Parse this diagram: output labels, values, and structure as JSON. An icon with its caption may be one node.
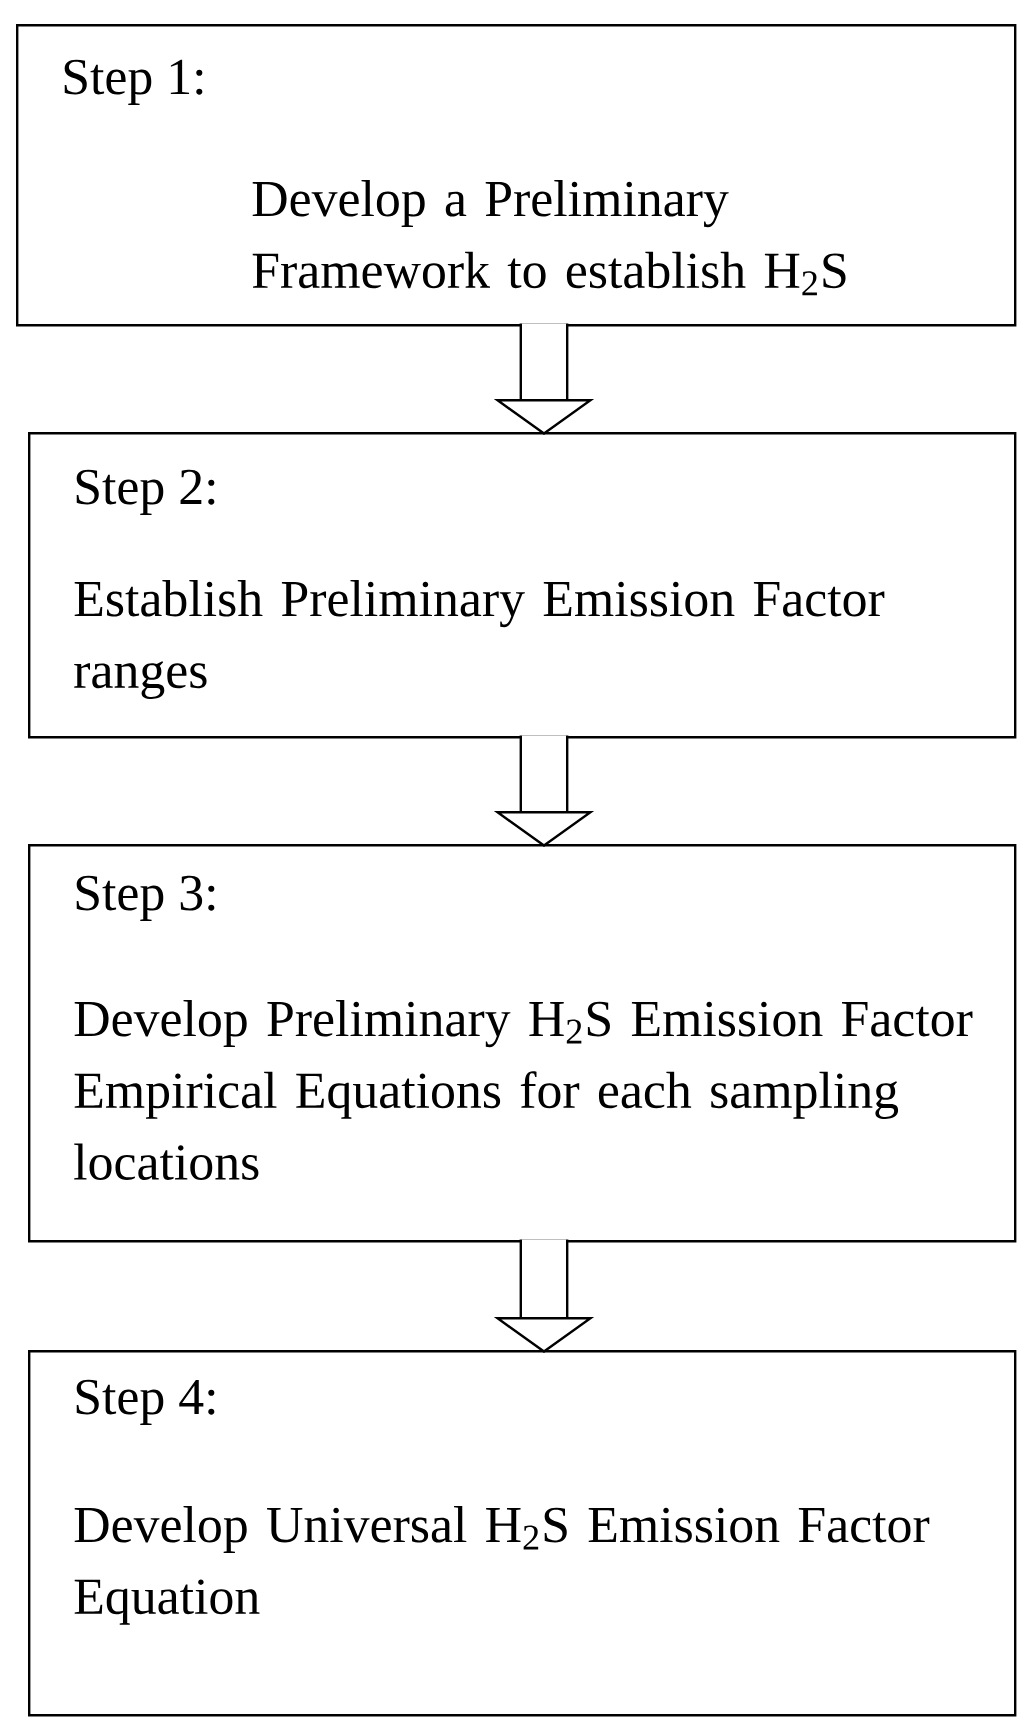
{
  "diagram": {
    "nodes": [
      {
        "text": [
          "Step 1:",
          "Develop a Preliminary Framework to establish H$_{2}$S"
        ]
      },
      {
        "text": [
          "Step 2:",
          "Establish Preliminary Emission Factor ranges"
        ]
      },
      {
        "text": [
          "Step 3:",
          "Develop Preliminary H$_{2}$S Emission Factor Empirical Equations for each sampling locations"
        ]
      },
      {
        "text": [
          "Step 4:",
          "Develop Universal H$_{2}$S Emission Factor Equation"
        ]
      }
    ],
    "edges": [
      {
        "from": 0,
        "to": 1,
        "arrow": "to"
      },
      {
        "from": 1,
        "to": 2,
        "arrow": "to"
      },
      {
        "from": 2,
        "to": 3,
        "arrow": "to"
      }
    ]
  }
}
